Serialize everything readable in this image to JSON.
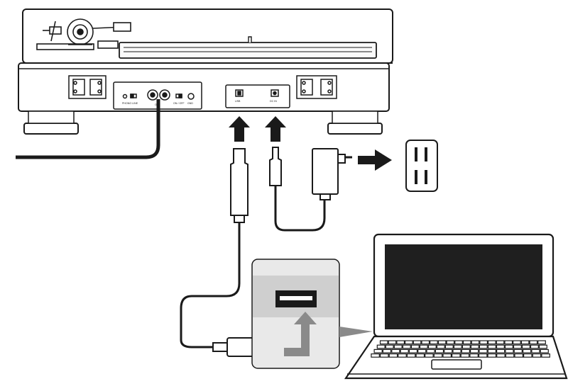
{
  "colors": {
    "outline": "#1a1a1a",
    "arrow_black": "#1a1a1a",
    "arrow_gray": "#8a8a8a",
    "inset_bg": "#e9e9e9",
    "inset_band": "#cfcfcf",
    "screen": "#1f1f1f"
  },
  "rear_panel": {
    "labels": {
      "phono_line": "PHONO LINE",
      "out": "OUT",
      "gnd": "GND",
      "on_off": "ON / OFF",
      "usb": "USB",
      "dc_in": "DC IN"
    }
  },
  "connections": [
    {
      "from": "usb-port",
      "to": "computer",
      "cable": "usb-cable"
    },
    {
      "from": "dc-in-jack",
      "to": "wall-outlet",
      "cable": "ac-adapter"
    }
  ]
}
